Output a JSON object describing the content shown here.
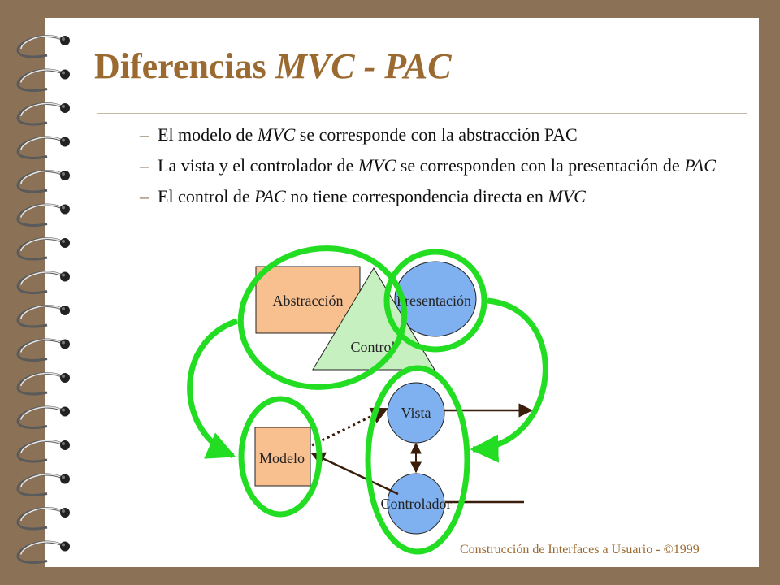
{
  "slide": {
    "title": {
      "main": "Diferencias ",
      "italic": "MVC - PAC"
    },
    "bullets": [
      {
        "dash": "–",
        "parts": [
          "El modelo de ",
          "MVC",
          " se corresponde con la abstracción PAC"
        ]
      },
      {
        "dash": "–",
        "parts": [
          "La vista y el controlador de ",
          "MVC",
          " se corresponden con la presentación de ",
          "PAC",
          ""
        ]
      },
      {
        "dash": "–",
        "parts": [
          "El control de ",
          "PAC",
          " no tiene correspondencia directa en ",
          "MVC",
          ""
        ]
      }
    ],
    "footer": "Construcción de Interfaces a Usuario - ©1999"
  },
  "diagram": {
    "abstraccion": "Abstracción",
    "presentacion": "Presentación",
    "control": "Control",
    "vista": "Vista",
    "modelo": "Modelo",
    "controlador": "Controlador"
  },
  "colors": {
    "background": "#8b7257",
    "title": "#9b6a30",
    "highlight": "#22dd22",
    "box": "#f9c08f",
    "circle": "#7fb0ef",
    "triangle": "#c6f0c0",
    "arrow": "#3a1d0a"
  },
  "icons": [
    "spiral-binding-rings"
  ]
}
